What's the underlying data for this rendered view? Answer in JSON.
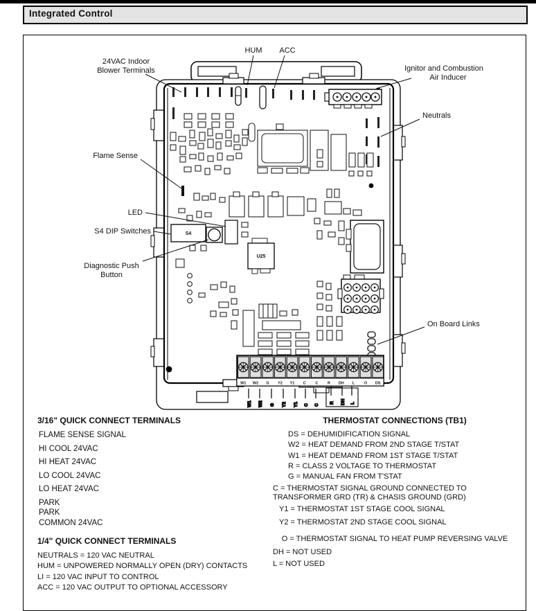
{
  "page": {
    "title": "Integrated Control"
  },
  "diagram": {
    "callouts": {
      "blower_line1": "24VAC Indoor",
      "blower_line2": "Blower Terminals",
      "hum": "HUM",
      "acc": "ACC",
      "ignitor_line1": "Ignitor and Combustion",
      "ignitor_line2": "Air Inducer",
      "neutrals": "Neutrals",
      "flame_sense": "Flame Sense",
      "led": "LED",
      "s4_dip": "S4 DIP Switches",
      "diag_line1": "Diagnostic Push",
      "diag_line2": "Button",
      "on_board_links": "On Board Links"
    },
    "board": {
      "s4_label": "S4",
      "u25_label": "U25",
      "terminals": [
        "W1",
        "W2",
        "G",
        "Y2",
        "Y1",
        "C",
        "C",
        "R",
        "DH",
        "L",
        "O",
        "DS"
      ],
      "wire_labels": [
        "W1",
        "W2",
        "G",
        "Y2",
        "Y1",
        "C",
        "C"
      ],
      "boxed_wire_labels": [
        "R",
        "DH",
        "L"
      ]
    }
  },
  "sections": {
    "qc316": {
      "title": "3/16\" QUICK CONNECT TERMINALS",
      "items": [
        "FLAME SENSE SIGNAL",
        "HI COOL 24VAC",
        "HI HEAT 24VAC",
        "LO COOL 24VAC",
        "LO HEAT 24VAC",
        "PARK",
        "PARK",
        "COMMON 24VAC"
      ]
    },
    "qc14": {
      "title": "1/4\" QUICK CONNECT TERMINALS",
      "items": [
        "NEUTRALS  = 120 VAC NEUTRAL",
        "HUM = UNPOWERED NORMALLY OPEN (DRY) CONTACTS",
        "LI = 120 VAC INPUT TO CONTROL",
        "ACC = 120 VAC OUTPUT TO OPTIONAL ACCESSORY"
      ]
    },
    "tb1": {
      "title": "THERMOSTAT CONNECTIONS (TB1)",
      "items": [
        "DS = DEHUMIDIFICATION SIGNAL",
        "W2 = HEAT DEMAND FROM 2ND STAGE T/STAT",
        "W1 = HEAT DEMAND FROM 1ST STAGE T/STAT",
        "R = CLASS 2 VOLTAGE TO THERMOSTAT",
        "G = MANUAL FAN FROM T'STAT",
        "C = THERMOSTAT SIGNAL GROUND CONNECTED TO TRANSFORMER  GRD (TR) & CHASIS GROUND (GRD)",
        "Y1 = THERMOSTAT 1ST STAGE COOL SIGNAL",
        "Y2 = THERMOSTAT 2ND STAGE COOL SIGNAL",
        "O = THERMOSTAT SIGNAL TO HEAT PUMP REVERSING VALVE",
        "DH = NOT USED",
        "L = NOT USED"
      ]
    }
  }
}
